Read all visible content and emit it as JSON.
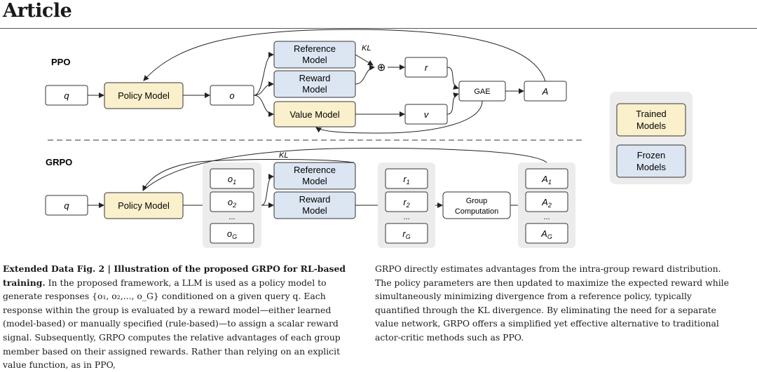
{
  "header": {
    "title": "Article"
  },
  "diagram": {
    "ppo": {
      "label": "PPO",
      "q": "q",
      "policy": "Policy Model",
      "o": "o",
      "reference": [
        "Reference",
        "Model"
      ],
      "reward": [
        "Reward",
        "Model"
      ],
      "value": "Value Model",
      "kl": "KL",
      "plus": "⊕",
      "r": "r",
      "v": "v",
      "gae": "GAE",
      "a": "A"
    },
    "grpo": {
      "label": "GRPO",
      "q": "q",
      "policy": "Policy Model",
      "kl": "KL",
      "outputs": {
        "base": "o",
        "subs": [
          "1",
          "2",
          "G"
        ],
        "dots": "..."
      },
      "reference": [
        "Reference",
        "Model"
      ],
      "reward": [
        "Reward",
        "Model"
      ],
      "rewards": {
        "base": "r",
        "subs": [
          "1",
          "2",
          "G"
        ],
        "dots": "..."
      },
      "group": [
        "Group",
        "Computation"
      ],
      "advantages": {
        "base": "A",
        "subs": [
          "1",
          "2",
          "G"
        ],
        "dots": "..."
      }
    },
    "legend": {
      "trained": [
        "Trained",
        "Models"
      ],
      "frozen": [
        "Frozen",
        "Models"
      ]
    },
    "colors": {
      "trained_fill": "#fbf0cc",
      "frozen_fill": "#dce6f2",
      "group_bg": "#ececec",
      "stroke": "#333333"
    }
  },
  "caption": {
    "fig_label": "Extended Data Fig. 2 | Illustration of the proposed GRPO for RL-based training.",
    "left_text": "In the proposed framework, a LLM is used as a policy model to generate responses {o₁, o₂,..., o_G} conditioned on a given query q. Each response within the group is evaluated by a reward model—either learned (model-based) or manually specified (rule-based)—to assign a scalar reward signal. Subsequently, GRPO computes the relative advantages of each group member based on their assigned rewards. Rather than relying on an explicit value function, as in PPO,",
    "right_text": "GRPO directly estimates advantages from the intra-group reward distribution. The policy parameters are then updated to maximize the expected reward while simultaneously minimizing divergence from a reference policy, typically quantified through the KL divergence. By eliminating the need for a separate value network, GRPO offers a simplified yet effective alternative to traditional actor-critic methods such as PPO."
  }
}
